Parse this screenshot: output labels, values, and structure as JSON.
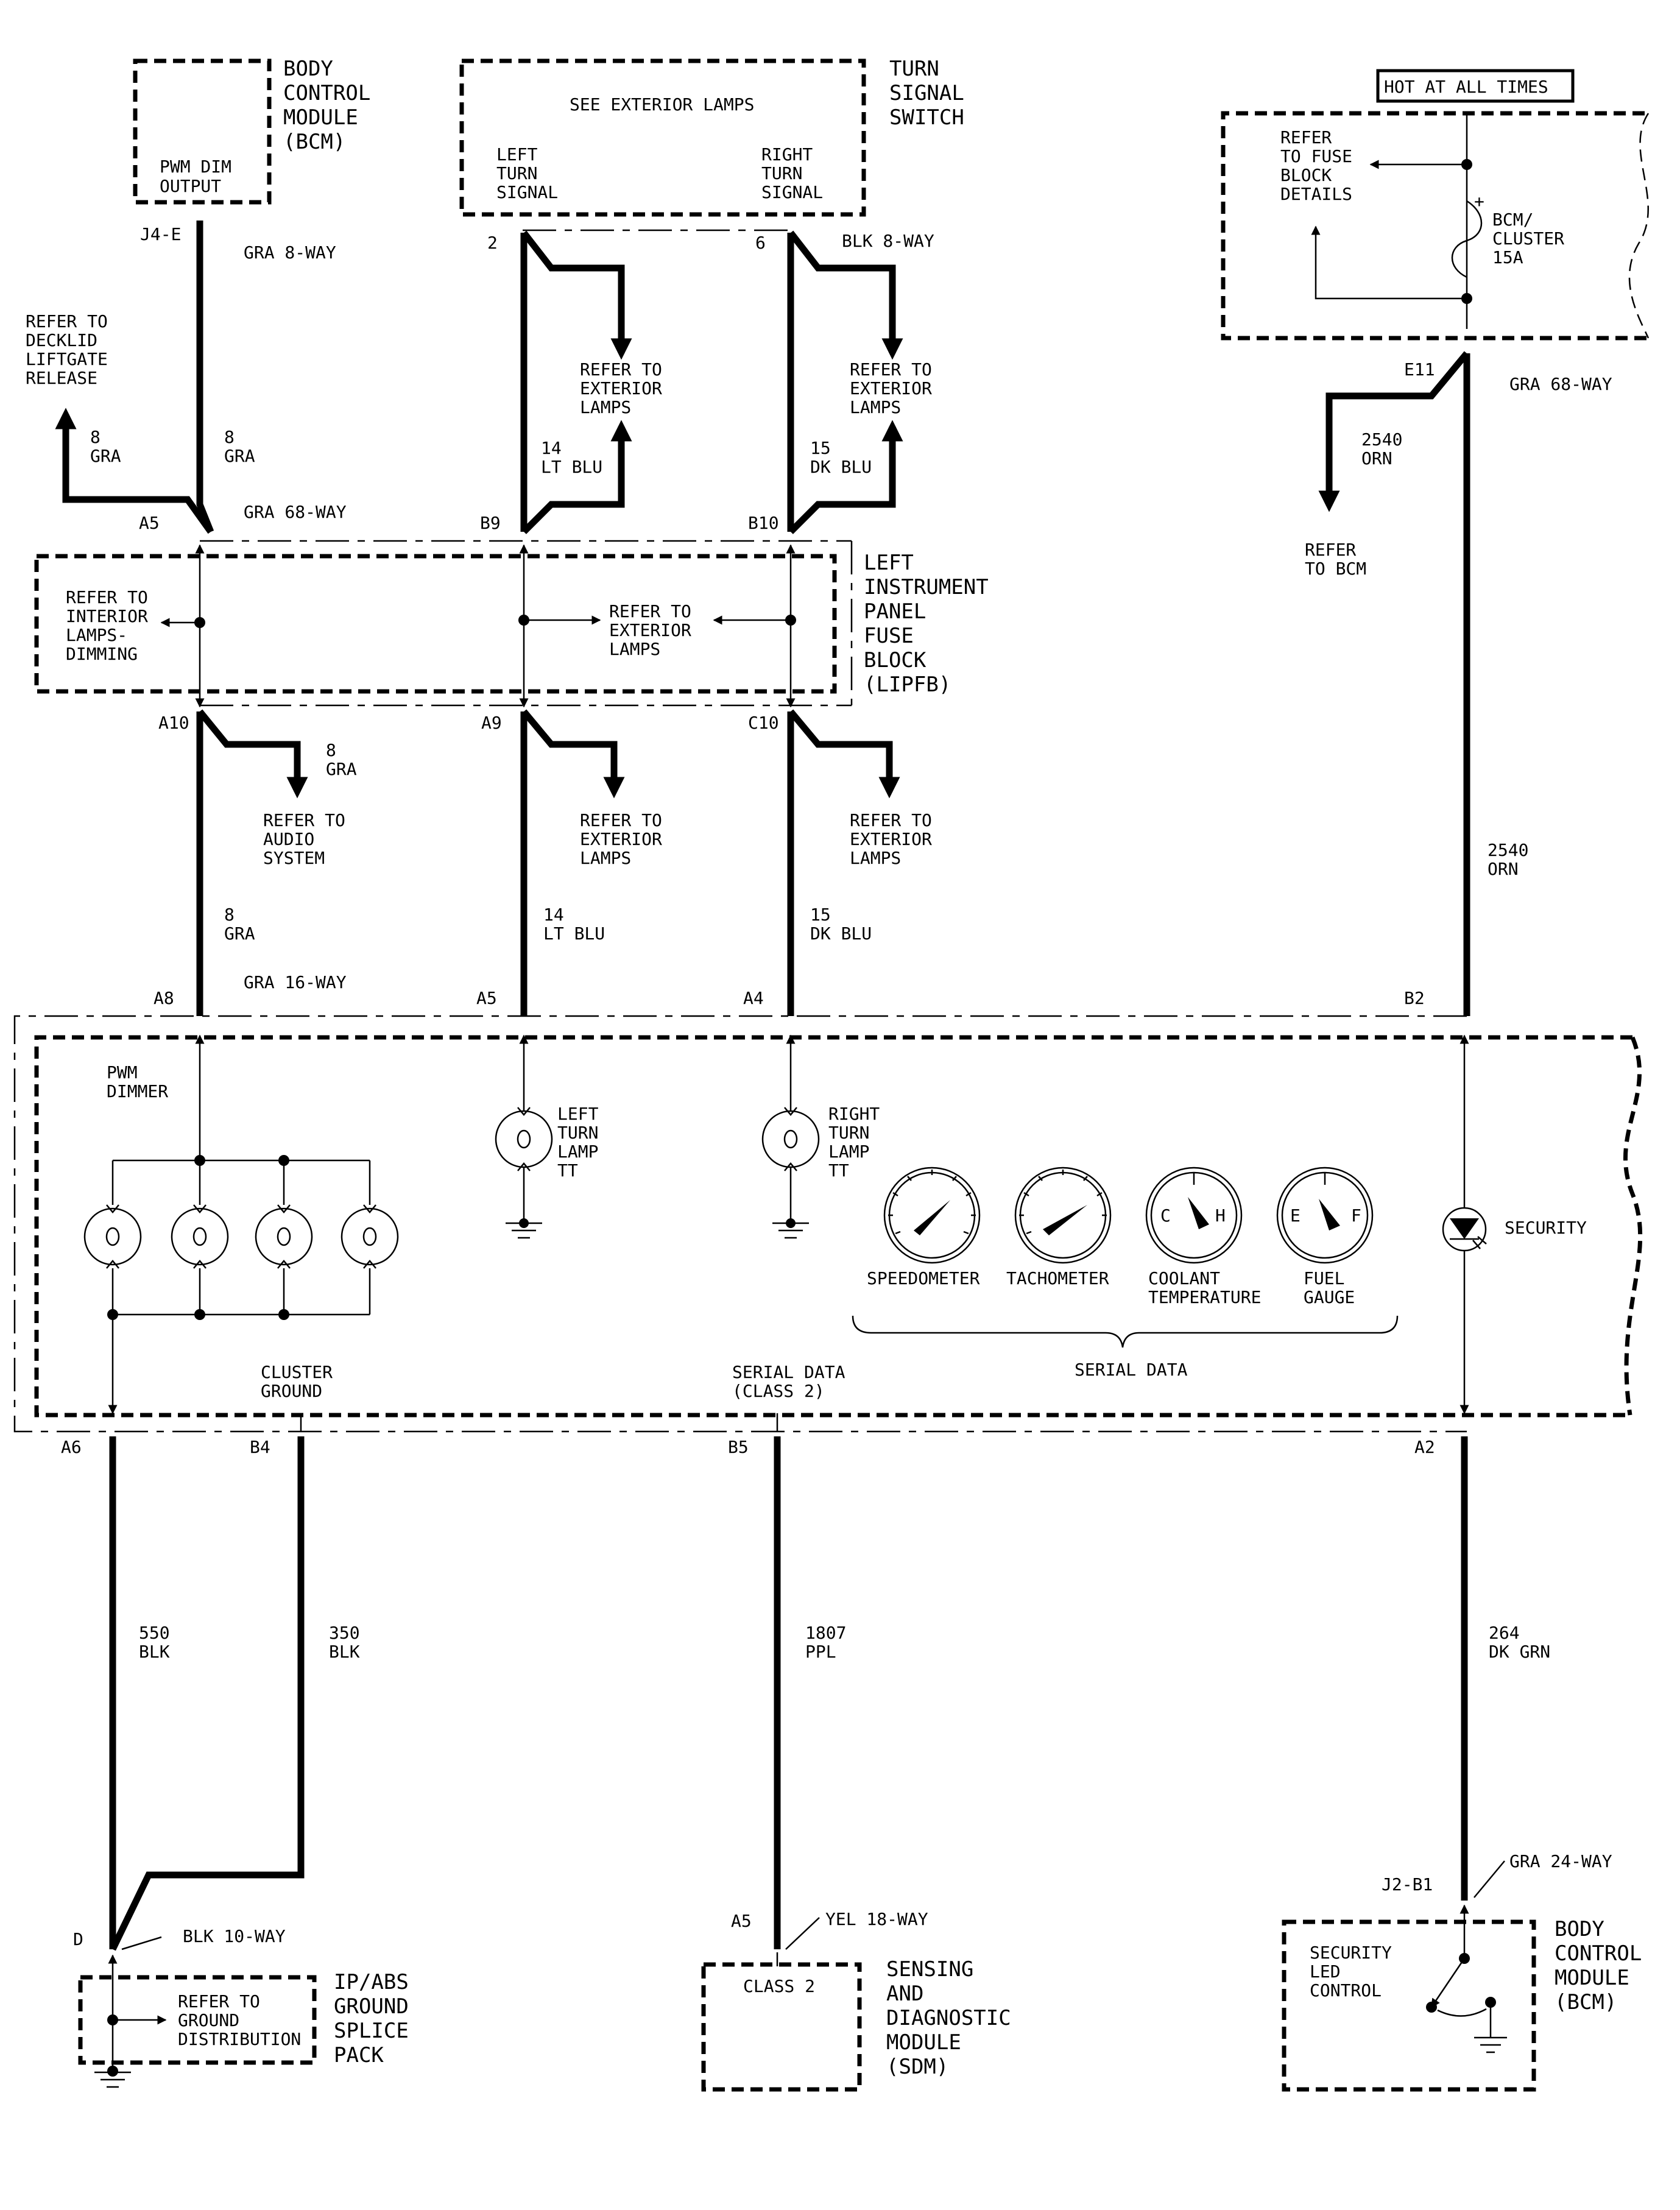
{
  "bcm_top": {
    "title": [
      "BODY",
      "CONTROL",
      "MODULE",
      "(BCM)"
    ],
    "output": [
      "PWM DIM",
      "OUTPUT"
    ],
    "pin": "J4-E",
    "conn": "GRA 8-WAY"
  },
  "turn_switch": {
    "title": [
      "TURN",
      "SIGNAL",
      "SWITCH"
    ],
    "note": "SEE EXTERIOR LAMPS",
    "left": [
      "LEFT",
      "TURN",
      "SIGNAL"
    ],
    "right": [
      "RIGHT",
      "TURN",
      "SIGNAL"
    ],
    "pin_left": "2",
    "pin_right": "6",
    "conn": "BLK 8-WAY"
  },
  "hot": {
    "label": "HOT AT ALL TIMES",
    "refer": [
      "REFER",
      "TO FUSE",
      "BLOCK",
      "DETAILS"
    ],
    "fuse": [
      "BCM/",
      "CLUSTER",
      "15A"
    ],
    "plus": "+",
    "pin": "E11",
    "conn": "GRA 68-WAY"
  },
  "refers": {
    "decklid": [
      "REFER TO",
      "DECKLID",
      "LIFTGATE",
      "RELEASE"
    ],
    "ext_a": [
      "REFER TO",
      "EXTERIOR",
      "LAMPS"
    ],
    "ext_b": [
      "REFER TO",
      "EXTERIOR",
      "LAMPS"
    ],
    "to_bcm": [
      "REFER",
      "TO BCM"
    ],
    "interior": [
      "REFER TO",
      "INTERIOR",
      "LAMPS-",
      "DIMMING"
    ],
    "ext_mid": [
      "REFER TO",
      "EXTERIOR",
      "LAMPS"
    ],
    "audio": [
      "REFER TO",
      "AUDIO",
      "SYSTEM"
    ],
    "ext_c": [
      "REFER TO",
      "EXTERIOR",
      "LAMPS"
    ],
    "ext_d": [
      "REFER TO",
      "EXTERIOR",
      "LAMPS"
    ]
  },
  "wires": {
    "w8a": [
      "8",
      "GRA"
    ],
    "w8b": [
      "8",
      "GRA"
    ],
    "w14a": [
      "14",
      "LT BLU"
    ],
    "w15a": [
      "15",
      "DK BLU"
    ],
    "w2540a": [
      "2540",
      "ORN"
    ],
    "w8c": [
      "8",
      "GRA"
    ],
    "w8d": [
      "8",
      "GRA"
    ],
    "w14b": [
      "14",
      "LT BLU"
    ],
    "w15b": [
      "15",
      "DK BLU"
    ],
    "w2540b": [
      "2540",
      "ORN"
    ],
    "w550": [
      "550",
      "BLK"
    ],
    "w350": [
      "350",
      "BLK"
    ],
    "w1807": [
      "1807",
      "PPL"
    ],
    "w264": [
      "264",
      "DK GRN"
    ]
  },
  "lipfb": {
    "title": [
      "LEFT",
      "INSTRUMENT",
      "PANEL",
      "FUSE",
      "BLOCK",
      "(LIPFB)"
    ],
    "pins_top": [
      "A5",
      "B9",
      "B10"
    ],
    "pins_bot": [
      "A10",
      "A9",
      "C10"
    ],
    "conn": "GRA 68-WAY"
  },
  "cluster": {
    "pins_top": [
      "A8",
      "A5",
      "A4",
      "B2"
    ],
    "conn": "GRA 16-WAY",
    "pwm": [
      "PWM",
      "DIMMER"
    ],
    "left_tt": [
      "LEFT",
      "TURN",
      "LAMP",
      "TT"
    ],
    "right_tt": [
      "RIGHT",
      "TURN",
      "LAMP",
      "TT"
    ],
    "gauges": [
      "SPEEDOMETER",
      "TACHOMETER",
      "COOLANT",
      "TEMPERATURE",
      "FUEL",
      "GAUGE"
    ],
    "gauge_marks": [
      "C",
      "H",
      "E",
      "F"
    ],
    "serial": "SERIAL DATA",
    "security": "SECURITY",
    "ground": [
      "CLUSTER",
      "GROUND"
    ],
    "class2": [
      "SERIAL DATA",
      "(CLASS 2)"
    ],
    "pins_bot": [
      "A6",
      "B4",
      "B5",
      "A2"
    ]
  },
  "ground_pack": {
    "pin": "D",
    "conn": "BLK 10-WAY",
    "refer": [
      "REFER TO",
      "GROUND",
      "DISTRIBUTION"
    ],
    "title": [
      "IP/ABS",
      "GROUND",
      "SPLICE",
      "PACK"
    ]
  },
  "sdm": {
    "pin": "A5",
    "conn": "YEL 18-WAY",
    "box": "CLASS 2",
    "title": [
      "SENSING",
      "AND",
      "DIAGNOSTIC",
      "MODULE",
      "(SDM)"
    ]
  },
  "bcm_bot": {
    "pin": "J2-B1",
    "conn": "GRA 24-WAY",
    "box": [
      "SECURITY",
      "LED",
      "CONTROL"
    ],
    "title": [
      "BODY",
      "CONTROL",
      "MODULE",
      "(BCM)"
    ]
  }
}
